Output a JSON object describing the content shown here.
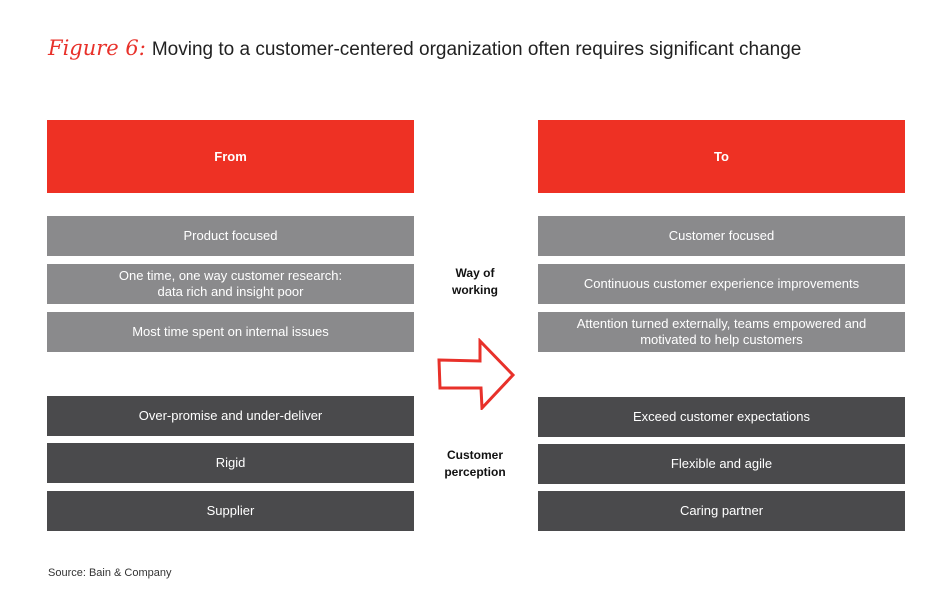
{
  "title": {
    "figure_label": "Figure 6:",
    "text": "Moving to a customer-centered organization often requires significant change"
  },
  "from": {
    "header": "From",
    "way_of_working": [
      "Product focused",
      "One time, one way customer research: data rich and insight poor",
      "Most time spent on internal issues"
    ],
    "customer_perception": [
      "Over-promise and under-deliver",
      "Rigid",
      "Supplier"
    ]
  },
  "to": {
    "header": "To",
    "way_of_working": [
      "Customer focused",
      "Continuous customer experience improvements",
      "Attention turned externally, teams empowered and motivated to help customers"
    ],
    "customer_perception": [
      "Exceed customer expectations",
      "Flexible and agile",
      "Caring partner"
    ]
  },
  "labels": {
    "way_of_working": "Way of working",
    "customer_perception": "Customer perception"
  },
  "source": "Source: Bain & Company",
  "colors": {
    "accent": "#ee3124",
    "light_box": "#8a8a8c",
    "dark_box": "#4a4a4c"
  },
  "icons": {
    "arrow": "right-arrow-icon"
  }
}
